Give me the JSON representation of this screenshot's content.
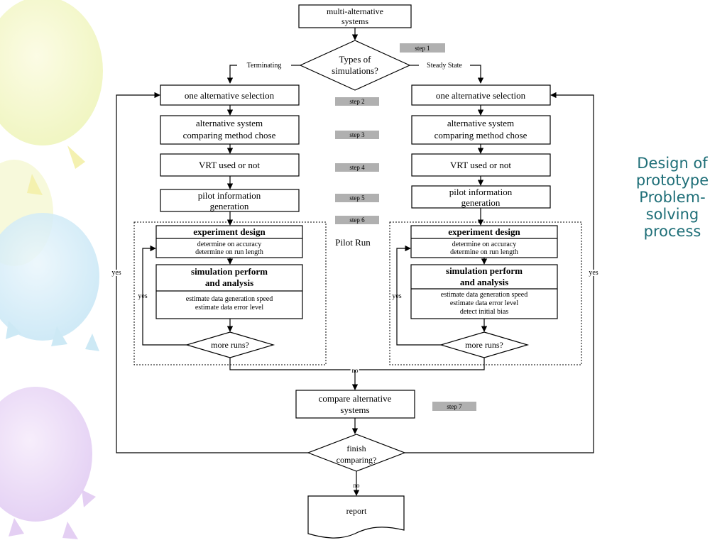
{
  "slide_title": [
    "Design of",
    "prototype",
    "Problem-",
    "solving",
    "process"
  ],
  "flow": {
    "start": [
      "multi-alternative",
      "systems"
    ],
    "decision_type": [
      "Types of",
      "simulations?"
    ],
    "branch_terminating": "Terminating",
    "branch_steady": "Steady State",
    "steps": [
      "step 1",
      "step 2",
      "step 3",
      "step 4",
      "step 5",
      "step 6",
      "step 7"
    ],
    "alt_selection": "one alternative selection",
    "compare_method": [
      "alternative system",
      "comparing method chose"
    ],
    "vrt": "VRT used or not",
    "pilot_info": [
      "pilot information",
      "generation"
    ],
    "pilot_run": "Pilot Run",
    "experiment_design": "experiment design",
    "exp_details": [
      "determine on accuracy",
      "determine on run length"
    ],
    "sim_perform": [
      "simulation perform",
      "and analysis"
    ],
    "sim_details_left": [
      "estimate data generation speed",
      "estimate data error level"
    ],
    "sim_details_right": [
      "estimate data generation speed",
      "estimate data error level",
      "detect initial bias"
    ],
    "more_runs": "more runs?",
    "yes": "yes",
    "no": "no",
    "compare_systems": [
      "compare alternative",
      "systems"
    ],
    "finish": [
      "finish",
      "comparing?"
    ],
    "report": "report"
  }
}
